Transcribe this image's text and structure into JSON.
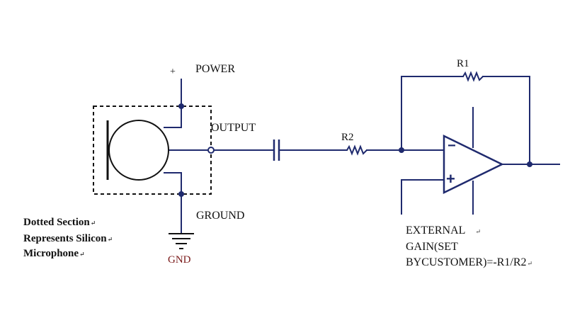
{
  "diagram": {
    "colors": {
      "wire": "#1f2a6e",
      "node": "#1f2a6e",
      "component": "#1f2a6e",
      "text": "#111111",
      "gnd_label": "#7a1a1a"
    },
    "labels": {
      "plus_sign": "+",
      "power": "POWER",
      "output": "OUTPUT",
      "ground": "GROUND",
      "gnd": "GND",
      "r1": "R1",
      "r2": "R2",
      "opamp_minus": "−",
      "opamp_plus": "+"
    },
    "note_microphone": {
      "line1": "Dotted Section",
      "line2": "Represents Silicon",
      "line3": "Microphone"
    },
    "note_gain": {
      "line1": "EXTERNAL",
      "line2": "GAIN(SET",
      "line3": "BYCUSTOMER)=-R1/R2"
    },
    "paragraph_mark": "↵",
    "components": [
      "silicon-microphone",
      "coupling-capacitor",
      "resistor-r1",
      "resistor-r2",
      "op-amp",
      "ground-symbol"
    ]
  }
}
